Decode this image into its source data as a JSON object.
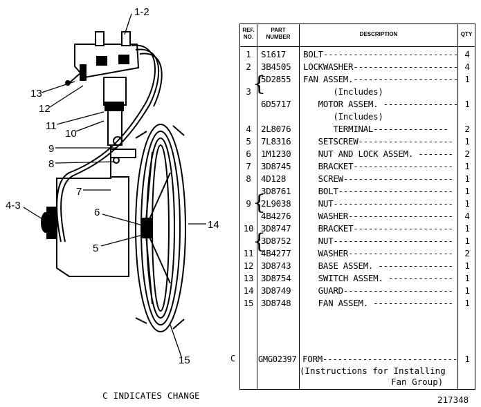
{
  "callouts": [
    "1-2",
    "13",
    "12",
    "11",
    "10",
    "9",
    "8",
    "7",
    "4-3",
    "6",
    "5",
    "14",
    "15"
  ],
  "header": {
    "ref": "REF.\nNO.",
    "part": "PART\nNUMBER",
    "desc": "DESCRIPTION",
    "qty": "QTY"
  },
  "rows": [
    {
      "ref": "1",
      "part": "S1617",
      "desc": "BOLT---------------------------",
      "qty": "4"
    },
    {
      "ref": "2",
      "part": "3B4505",
      "desc": "LOCKWASHER----------------------",
      "qty": "4"
    },
    {
      "ref": "",
      "part": "5D2855",
      "desc": "FAN ASSEM.----------------------",
      "qty": "1"
    },
    {
      "ref": "3",
      "part": "",
      "desc": "      (Includes)",
      "qty": ""
    },
    {
      "ref": "",
      "part": "6D5717",
      "desc": "   MOTOR ASSEM. ---------------",
      "qty": "1"
    },
    {
      "ref": "",
      "part": "",
      "desc": "      (Includes)",
      "qty": ""
    },
    {
      "ref": "4",
      "part": "2L8076",
      "desc": "      TERMINAL---------------",
      "qty": "2"
    },
    {
      "ref": "5",
      "part": "7L8316",
      "desc": "   SETSCREW-------------------",
      "qty": "1"
    },
    {
      "ref": "6",
      "part": "1M1230",
      "desc": "   NUT AND LOCK ASSEM. -------",
      "qty": "2"
    },
    {
      "ref": "7",
      "part": "3D8745",
      "desc": "   BRACKET--------------------",
      "qty": "1"
    },
    {
      "ref": "8",
      "part": "4D128",
      "desc": "   SCREW----------------------",
      "qty": "1"
    },
    {
      "ref": "",
      "part": "3D8761",
      "desc": "   BOLT-----------------------",
      "qty": "1"
    },
    {
      "ref": "9",
      "part": "2L9038",
      "desc": "   NUT------------------------",
      "qty": "1"
    },
    {
      "ref": "",
      "part": "4B4276",
      "desc": "   WASHER---------------------",
      "qty": "4"
    },
    {
      "ref": "10",
      "part": "3D8747",
      "desc": "   BRACKET--------------------",
      "qty": "1"
    },
    {
      "ref": "",
      "part": "3D8752",
      "desc": "   NUT------------------------",
      "qty": "1"
    },
    {
      "ref": "11",
      "part": "4B4277",
      "desc": "   WASHER---------------------",
      "qty": "2"
    },
    {
      "ref": "12",
      "part": "3D8743",
      "desc": "   BASE ASSEM. ---------------",
      "qty": "1"
    },
    {
      "ref": "13",
      "part": "3D8754",
      "desc": "   SWITCH ASSEM. -------------",
      "qty": "1"
    },
    {
      "ref": "14",
      "part": "3D8749",
      "desc": "   GUARD----------------------",
      "qty": "1"
    },
    {
      "ref": "15",
      "part": "3D8748",
      "desc": "   FAN ASSEM. ----------------",
      "qty": "1"
    }
  ],
  "form_row": {
    "mark": "C",
    "part": "GMG02397",
    "desc": "FORM----------------------------",
    "qty": "1",
    "note1": "(Instructions for Installing",
    "note2": "Fan Group)"
  },
  "footer": {
    "change_note": "C INDICATES CHANGE",
    "illustration_number": "217348"
  }
}
